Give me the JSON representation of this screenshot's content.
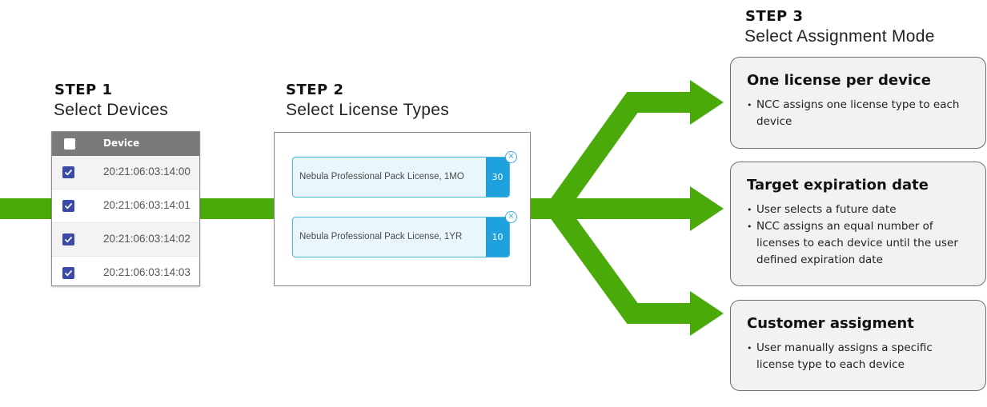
{
  "colors": {
    "arrow": "#4aaa0a",
    "checkbox": "#3b4aa7",
    "license_accent": "#1fa1dd"
  },
  "step1": {
    "label": "STEP 1",
    "title": "Select Devices",
    "table": {
      "header": "Device",
      "rows": [
        {
          "device": "20:21:06:03:14:00",
          "checked": true
        },
        {
          "device": "20:21:06:03:14:01",
          "checked": true
        },
        {
          "device": "20:21:06:03:14:02",
          "checked": true
        },
        {
          "device": "20:21:06:03:14:03",
          "checked": true
        }
      ]
    }
  },
  "step2": {
    "label": "STEP 2",
    "title": "Select License Types",
    "licenses": [
      {
        "name": "Nebula Professional Pack License, 1MO",
        "count": "30"
      },
      {
        "name": "Nebula Professional Pack License, 1YR",
        "count": "10"
      }
    ]
  },
  "step3": {
    "label": "STEP 3",
    "title": "Select Assignment Mode",
    "modes": [
      {
        "title": "One license per device",
        "bullets": [
          "NCC assigns one license type to each device"
        ]
      },
      {
        "title": "Target expiration date",
        "bullets": [
          "User selects a future date",
          "NCC assigns an equal number of licenses to each device until the user defined expiration date"
        ]
      },
      {
        "title": "Customer assigment",
        "bullets": [
          "User manually assigns a specific license type to each device"
        ]
      }
    ]
  }
}
